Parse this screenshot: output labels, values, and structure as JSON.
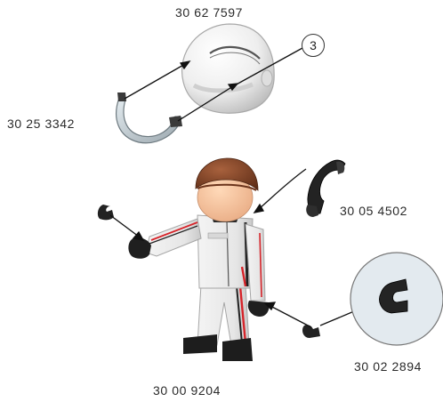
{
  "parts": {
    "helmet": {
      "number": "30 62 7597"
    },
    "visor": {
      "number": "30 25 3342"
    },
    "headset": {
      "number": "30 05 4502"
    },
    "clip": {
      "number": "30 02 2894"
    },
    "figure": {
      "number": "30 00 9204"
    }
  },
  "callout": {
    "number": "3"
  }
}
